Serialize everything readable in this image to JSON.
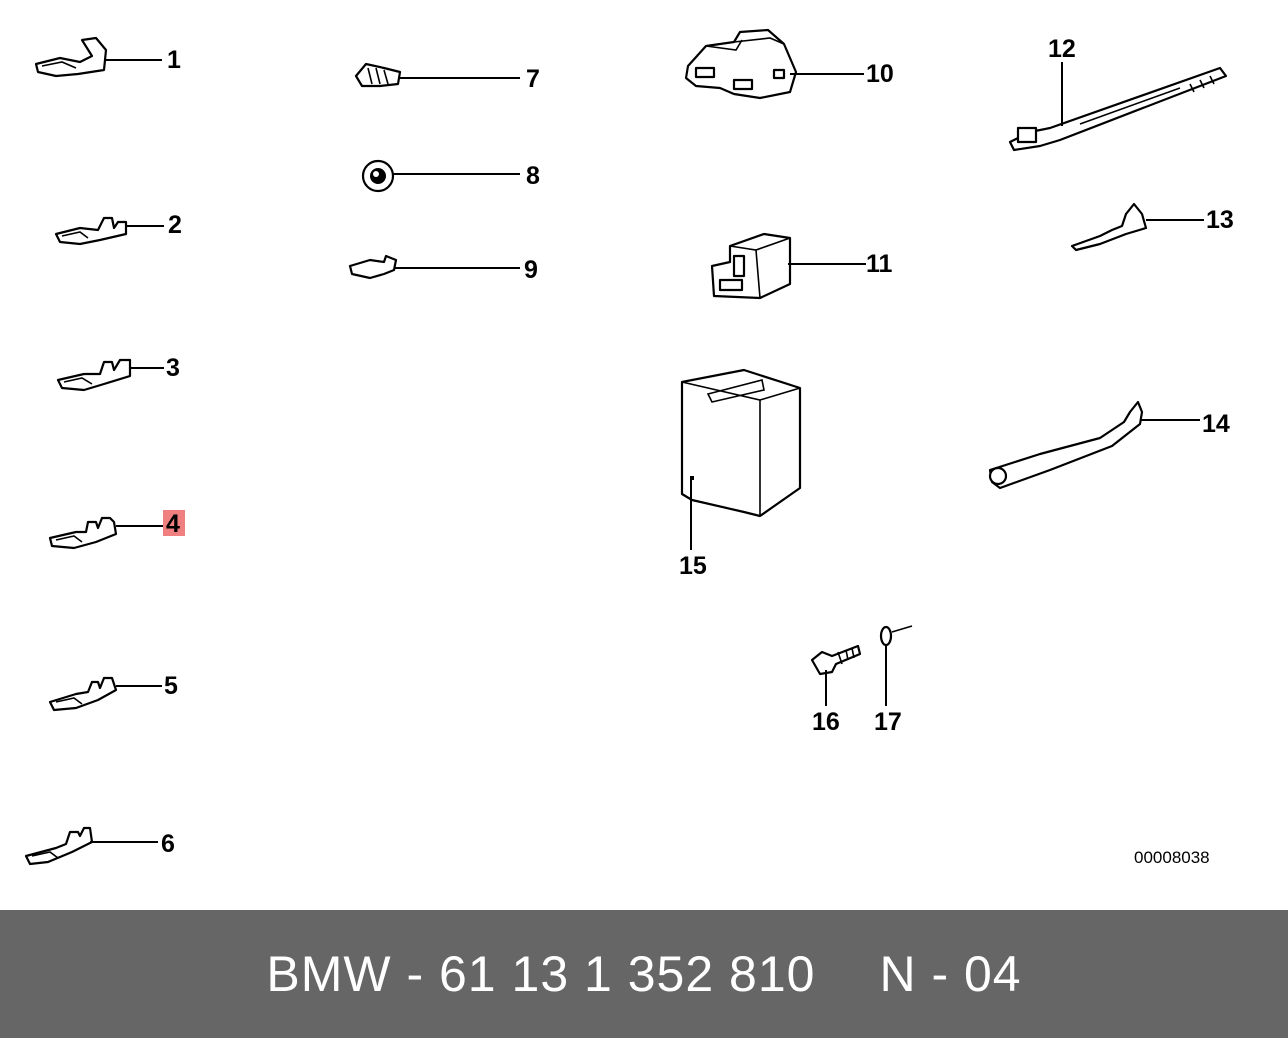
{
  "callouts": {
    "c1": "1",
    "c2": "2",
    "c3": "3",
    "c4": "4",
    "c5": "5",
    "c6": "6",
    "c7": "7",
    "c8": "8",
    "c9": "9",
    "c10": "10",
    "c11": "11",
    "c12": "12",
    "c13": "13",
    "c14": "14",
    "c15": "15",
    "c16": "16",
    "c17": "17"
  },
  "highlighted_callout": "4",
  "highlight_color": "#f08080",
  "reference_code": "00008038",
  "footer": {
    "part_number": "BMW - 61 13 1 352 810",
    "position": "N - 04",
    "background_color": "#666666"
  }
}
